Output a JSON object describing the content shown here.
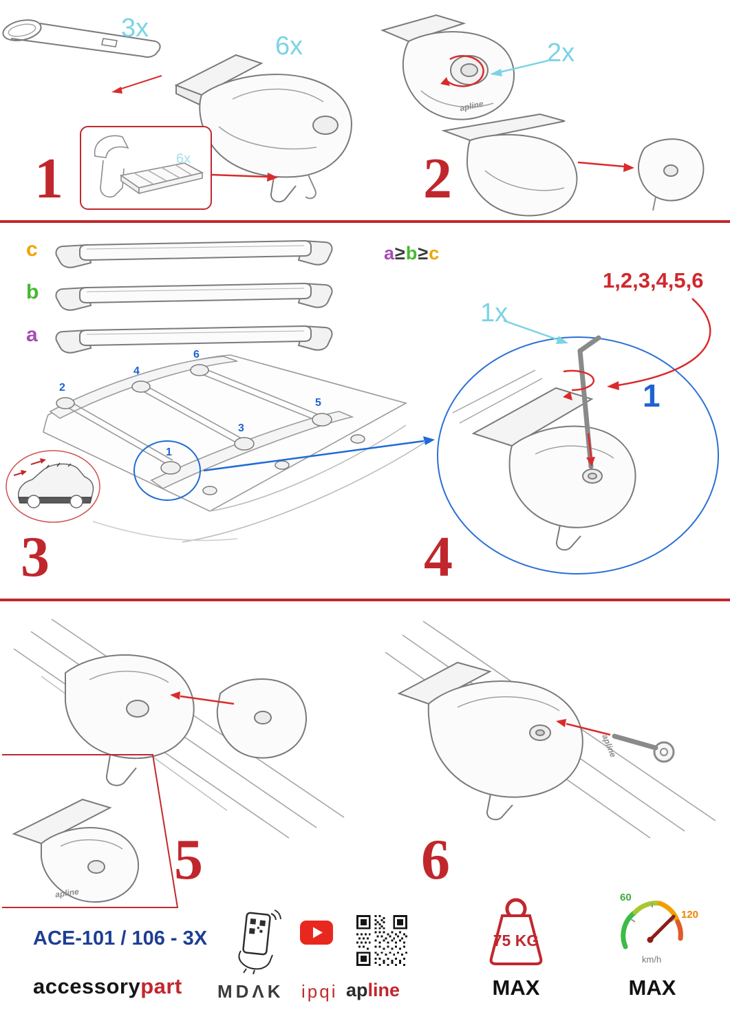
{
  "colors": {
    "red_accent": "#c1272d",
    "cyan_qty": "#7cd3e5",
    "blue_marks": "#1e63d0",
    "navy_model": "#1d3e93",
    "purple_a": "#a64cb4",
    "green_b": "#46b830",
    "orange_c": "#f0a400"
  },
  "steps": {
    "one": {
      "num": "1",
      "bar_qty": "3x",
      "foot_qty": "6x",
      "pad_qty": "6x"
    },
    "two": {
      "num": "2",
      "knob_qty": "2x"
    },
    "three": {
      "num": "3",
      "bar_c": "c",
      "bar_b": "b",
      "bar_a": "a",
      "rule": [
        "a",
        "≥",
        "b",
        "≥",
        "c"
      ],
      "roof_positions": {
        "p1": "1",
        "p2": "2",
        "p3": "3",
        "p4": "4",
        "p5": "5",
        "p6": "6"
      }
    },
    "four": {
      "num": "4",
      "key_qty": "1x",
      "sequence": "1,2,3,4,5,6",
      "torque_highlight": "1"
    },
    "five": {
      "num": "5"
    },
    "six": {
      "num": "6"
    }
  },
  "marks": {
    "apline": "apline"
  },
  "footer": {
    "model": "ACE-101 / 106 - 3X",
    "brand_black": "accessory",
    "brand_red": "part",
    "mdak": "MDΛK",
    "ipqi": "ipqi",
    "apline_black": "ap",
    "apline_red": "line",
    "weight_value": "75 KG",
    "weight_max": "MAX",
    "speed_low": "60",
    "speed_high": "120",
    "speed_unit": "km/h",
    "speed_max": "MAX"
  }
}
